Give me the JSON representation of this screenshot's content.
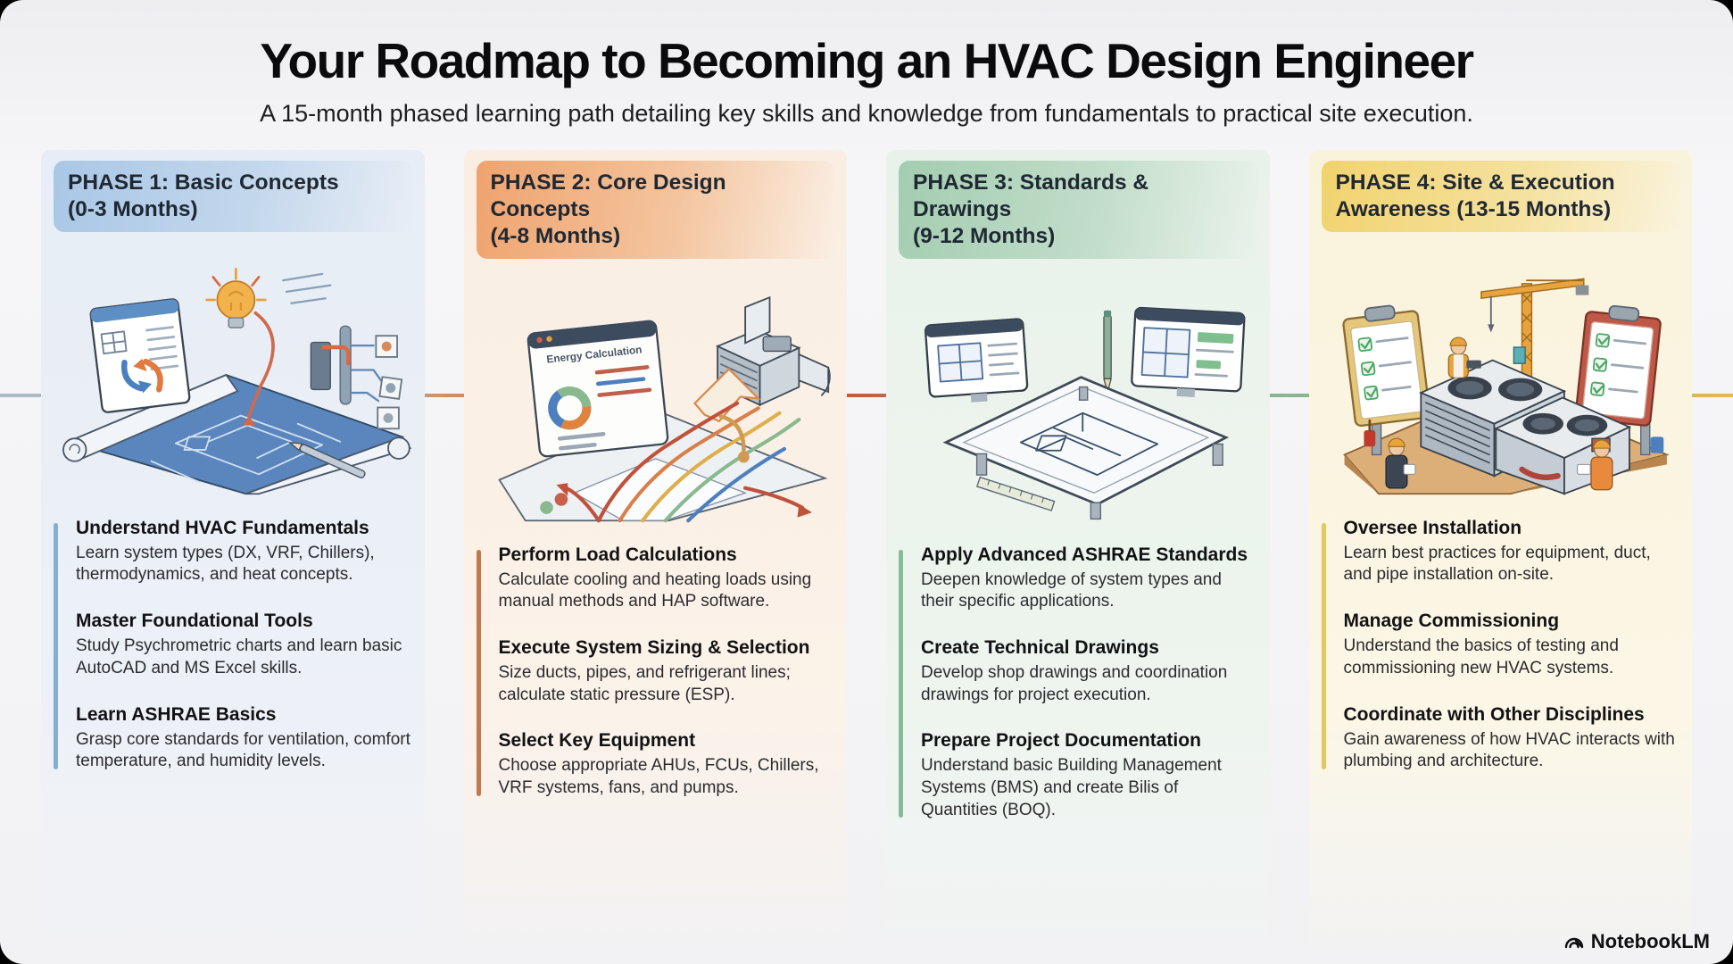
{
  "page": {
    "title": "Your Roadmap to Becoming an HVAC Design Engineer",
    "subtitle": "A 15-month phased learning path detailing key skills and knowledge from fundamentals to practical site execution.",
    "footer_brand": "NotebookLM"
  },
  "colors": {
    "phase1_accent": "#85aed3",
    "phase1_badge": "#a9c7e6",
    "phase1_tint": "#e7edf6",
    "phase2_accent": "#bf7a52",
    "phase2_badge": "#efa36e",
    "phase2_tint": "#faeee2",
    "phase3_accent": "#84bc97",
    "phase3_badge": "#a3cdb0",
    "phase3_tint": "#e9f2ea",
    "phase4_accent": "#e6c75f",
    "phase4_badge": "#f1d36e",
    "phase4_tint": "#faf3dc"
  },
  "phases": [
    {
      "label_line1": "PHASE 1: Basic Concepts",
      "label_line2": "(0-3 Months)",
      "illustration": "blueprint-roll-with-hvac-cycle-diagram-and-lightbulb",
      "items": [
        {
          "heading": "Understand HVAC Fundamentals",
          "body": "Learn system types (DX, VRF, Chillers), thermodynamics, and heat concepts."
        },
        {
          "heading": "Master Foundational Tools",
          "body": "Study Psychrometric charts and learn basic AutoCAD and MS Excel skills."
        },
        {
          "heading": "Learn ASHRAE Basics",
          "body": "Grasp core standards for ventilation, comfort temperature, and humidity levels."
        }
      ]
    },
    {
      "label_line1": "PHASE 2: Core Design Concepts",
      "label_line2": "(4-8 Months)",
      "illustration": "load-calculation-screen-with-flow-lines-and-duct-unit",
      "illustration_label": "Energy Calculation",
      "items": [
        {
          "heading": "Perform Load Calculations",
          "body": "Calculate cooling and heating loads using manual methods and HAP software."
        },
        {
          "heading": "Execute System Sizing & Selection",
          "body": "Size ducts, pipes, and refrigerant lines; calculate static pressure (ESP)."
        },
        {
          "heading": "Select Key Equipment",
          "body": "Choose appropriate AHUs, FCUs, Chillers, VRF systems, fans, and pumps."
        }
      ]
    },
    {
      "label_line1": "PHASE 3: Standards & Drawings",
      "label_line2": "(9-12 Months)",
      "illustration": "drafting-tablet-with-floor-plan-pencil-and-monitors",
      "items": [
        {
          "heading": "Apply Advanced ASHRAE Standards",
          "body": "Deepen knowledge of system types and their specific applications."
        },
        {
          "heading": "Create Technical Drawings",
          "body": "Develop shop drawings and coordination drawings for project execution."
        },
        {
          "heading": "Prepare Project Documentation",
          "body": "Understand basic Building Management Systems (BMS) and create Bilis of Quantities (BOQ)."
        }
      ]
    },
    {
      "label_line1": "PHASE 4: Site & Execution",
      "label_line2": "Awareness (13-15 Months)",
      "illustration": "construction-site-with-hvac-units-crane-checklists-and-workers",
      "items": [
        {
          "heading": "Oversee Installation",
          "body": "Learn best practices for equipment, duct, and pipe installation on-site."
        },
        {
          "heading": "Manage Commissioning",
          "body": "Understand the basics of testing and commissioning new HVAC systems."
        },
        {
          "heading": "Coordinate with Other Disciplines",
          "body": "Gain awareness of how HVAC interacts with plumbing and architecture."
        }
      ]
    }
  ]
}
